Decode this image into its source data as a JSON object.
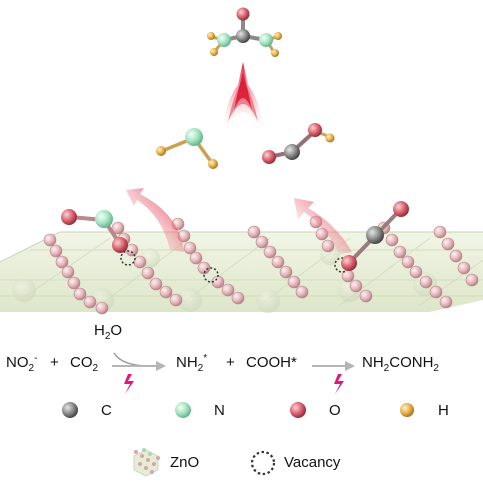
{
  "equation": {
    "reactant_1": {
      "base": "NO",
      "sub": "2",
      "sup": "-"
    },
    "plus_1": "+",
    "reactant_2": {
      "base": "CO",
      "sub": "2"
    },
    "water": {
      "pre": "H",
      "sub": "2",
      "post": "O"
    },
    "intermediate_1": {
      "base": "NH",
      "sub": "2",
      "sup": "*"
    },
    "plus_2": "+",
    "intermediate_2": "COOH*",
    "product": {
      "p1": "NH",
      "s1": "2",
      "p2": "CONH",
      "s2": "2"
    }
  },
  "legend": {
    "atoms": [
      {
        "symbol": "C",
        "color": "#7a7a7a"
      },
      {
        "symbol": "N",
        "color": "#9fe0bd"
      },
      {
        "symbol": "O",
        "color": "#d9626e"
      },
      {
        "symbol": "H",
        "color": "#e4b04c"
      }
    ],
    "zno_label": "ZnO",
    "vacancy_label": "Vacancy"
  },
  "colors": {
    "arrow_red": "#d8001c",
    "lightning": "#e0197d",
    "surface": "#e6edd6",
    "surface_bead": "#e3b4b8",
    "process_arrow": "#b5b5b5"
  }
}
